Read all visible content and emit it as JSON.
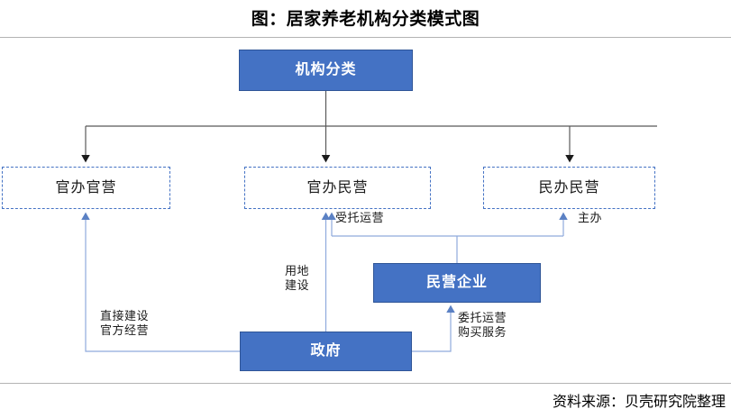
{
  "figure": {
    "title": "图：居家养老机构分类模式图",
    "source_note": "资料来源：贝壳研究院整理"
  },
  "colors": {
    "accent_fill": "#4472C4",
    "accent_border": "#2F5597",
    "dashed_border": "#4472C4",
    "connector_blue": "#8FAADC",
    "connector_dark": "#404040",
    "rule": "#B3B3B3"
  },
  "nodes": {
    "root": {
      "label": "机构分类",
      "style": "filled"
    },
    "gov_run": {
      "label": "官办官营",
      "style": "dashed"
    },
    "gov_priv": {
      "label": "官办民营",
      "style": "dashed"
    },
    "priv_priv": {
      "label": "民办民营",
      "style": "dashed"
    },
    "enterprise": {
      "label": "民营企业",
      "style": "filled"
    },
    "government": {
      "label": "政府",
      "style": "filled"
    }
  },
  "edge_labels": {
    "entrust_operate": "受托运营",
    "host": "主办",
    "land_build": "用地\n建设",
    "direct_build": "直接建设\n官方经营",
    "commission": "委托运营\n购买服务"
  }
}
